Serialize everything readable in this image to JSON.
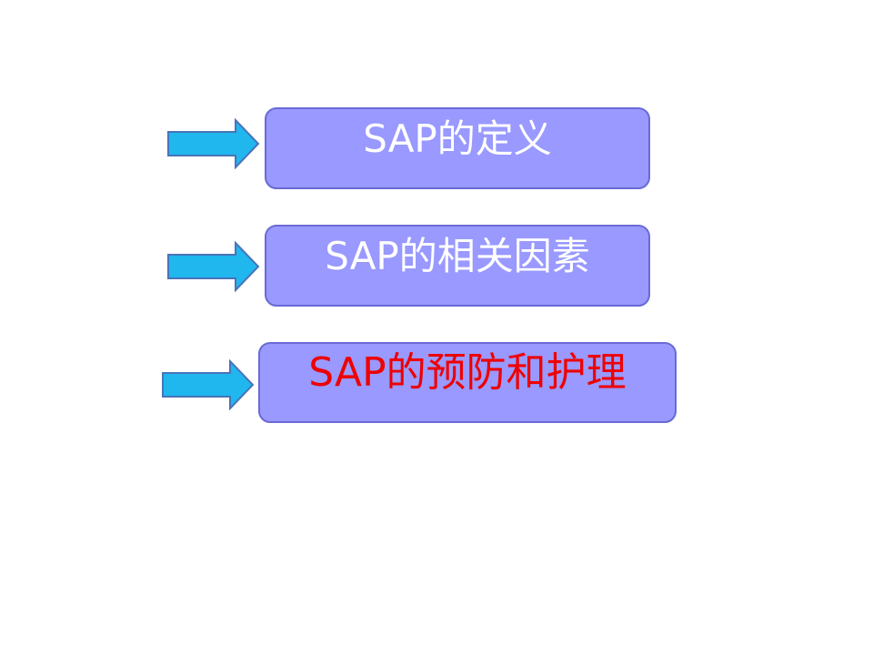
{
  "slide": {
    "items": [
      {
        "label": "SAP的定义",
        "color": "#ffffff"
      },
      {
        "label": "SAP的相关因素",
        "color": "#ffffff"
      },
      {
        "label": "SAP的预防和护理",
        "color": "#ee0000"
      }
    ]
  },
  "colors": {
    "box_fill": "#9999ff",
    "box_border": "#6a6ad6",
    "arrow_fill": "#1fb7ee",
    "arrow_stroke": "#4a73b8",
    "active_text": "#ee0000"
  },
  "icons": [
    "right-arrow-icon"
  ]
}
